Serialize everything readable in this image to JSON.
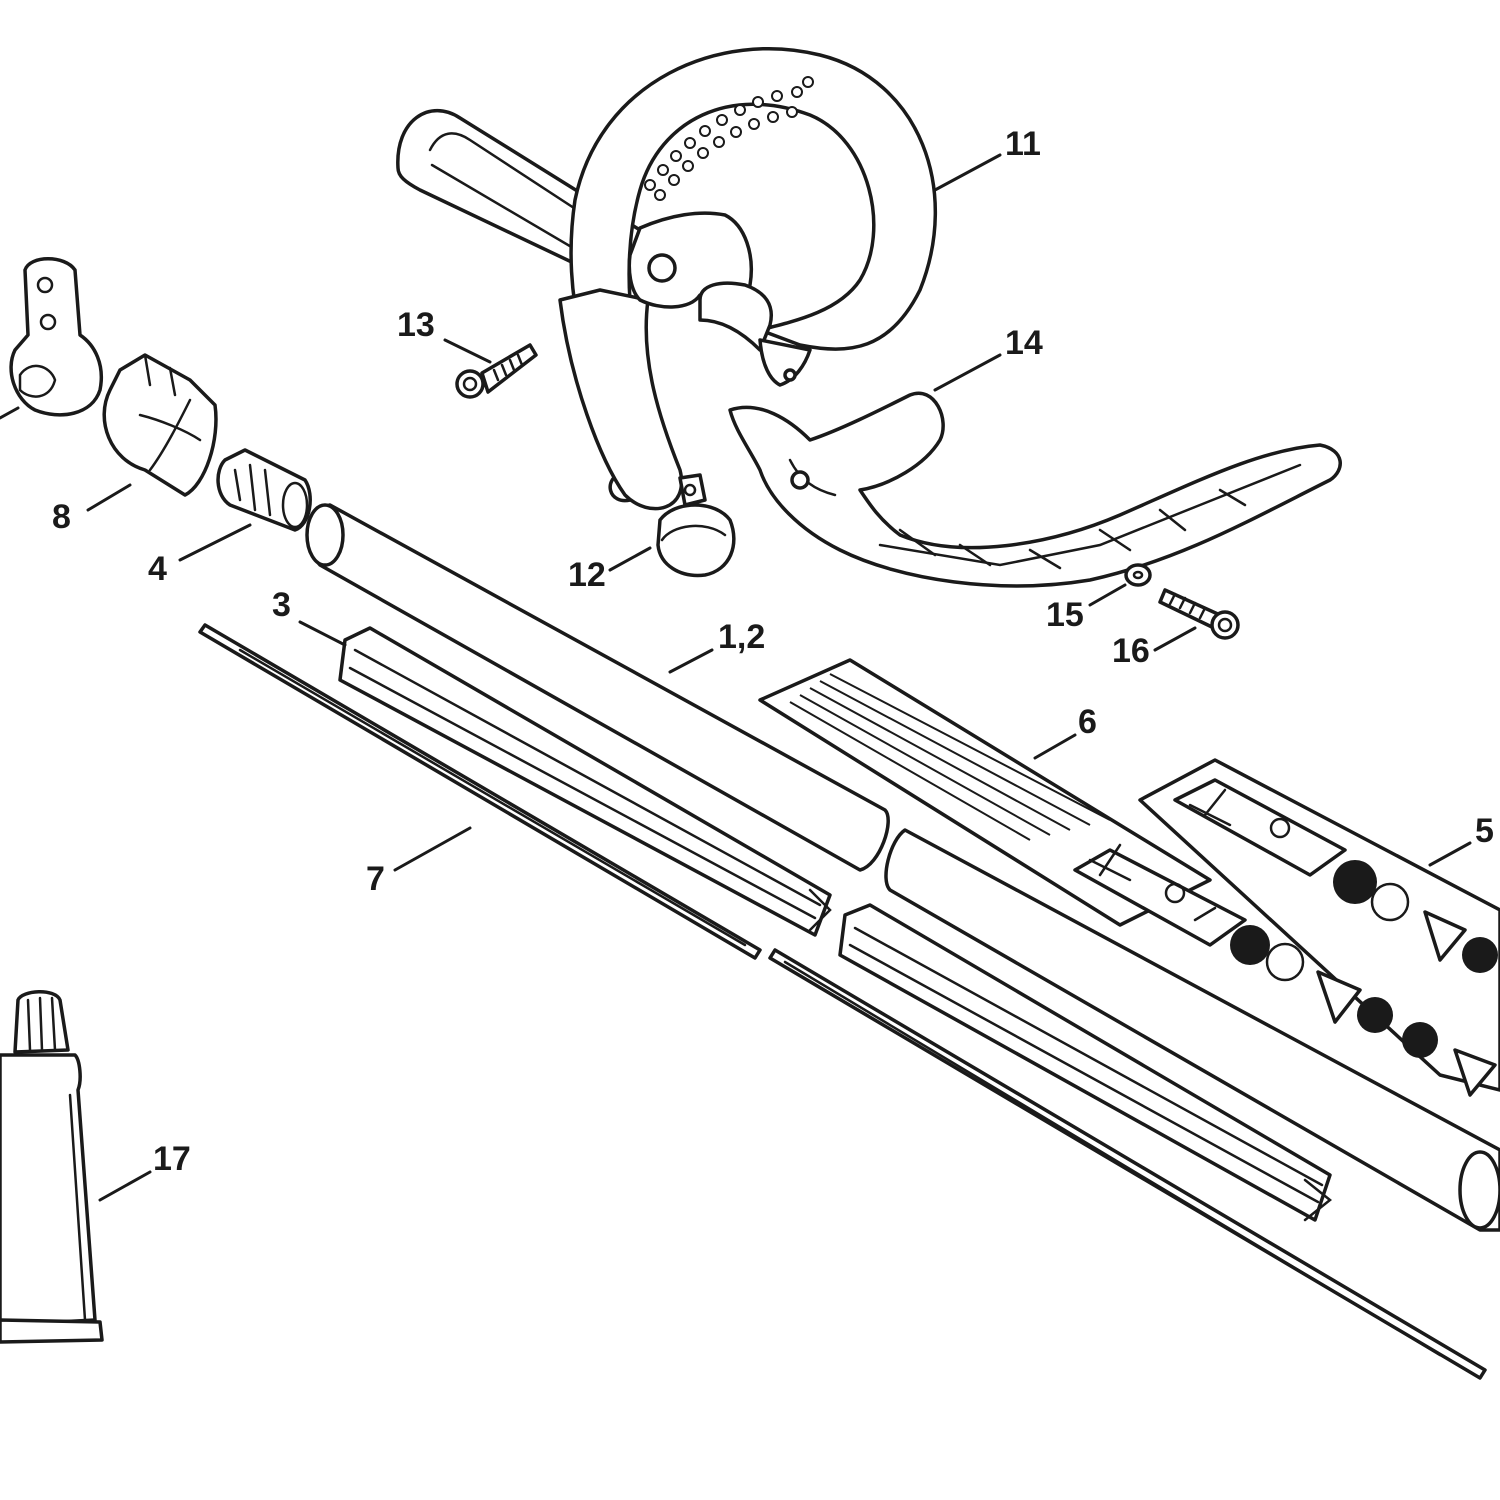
{
  "callouts": [
    {
      "id": "11",
      "text": "11"
    },
    {
      "id": "13",
      "text": "13"
    },
    {
      "id": "14",
      "text": "14"
    },
    {
      "id": "8",
      "text": "8"
    },
    {
      "id": "4",
      "text": "4"
    },
    {
      "id": "12",
      "text": "12"
    },
    {
      "id": "15",
      "text": "15"
    },
    {
      "id": "16",
      "text": "16"
    },
    {
      "id": "3",
      "text": "3"
    },
    {
      "id": "1_2",
      "text": "1,2"
    },
    {
      "id": "6",
      "text": "6"
    },
    {
      "id": "5",
      "text": "5"
    },
    {
      "id": "7",
      "text": "7"
    },
    {
      "id": "17",
      "text": "17"
    }
  ]
}
